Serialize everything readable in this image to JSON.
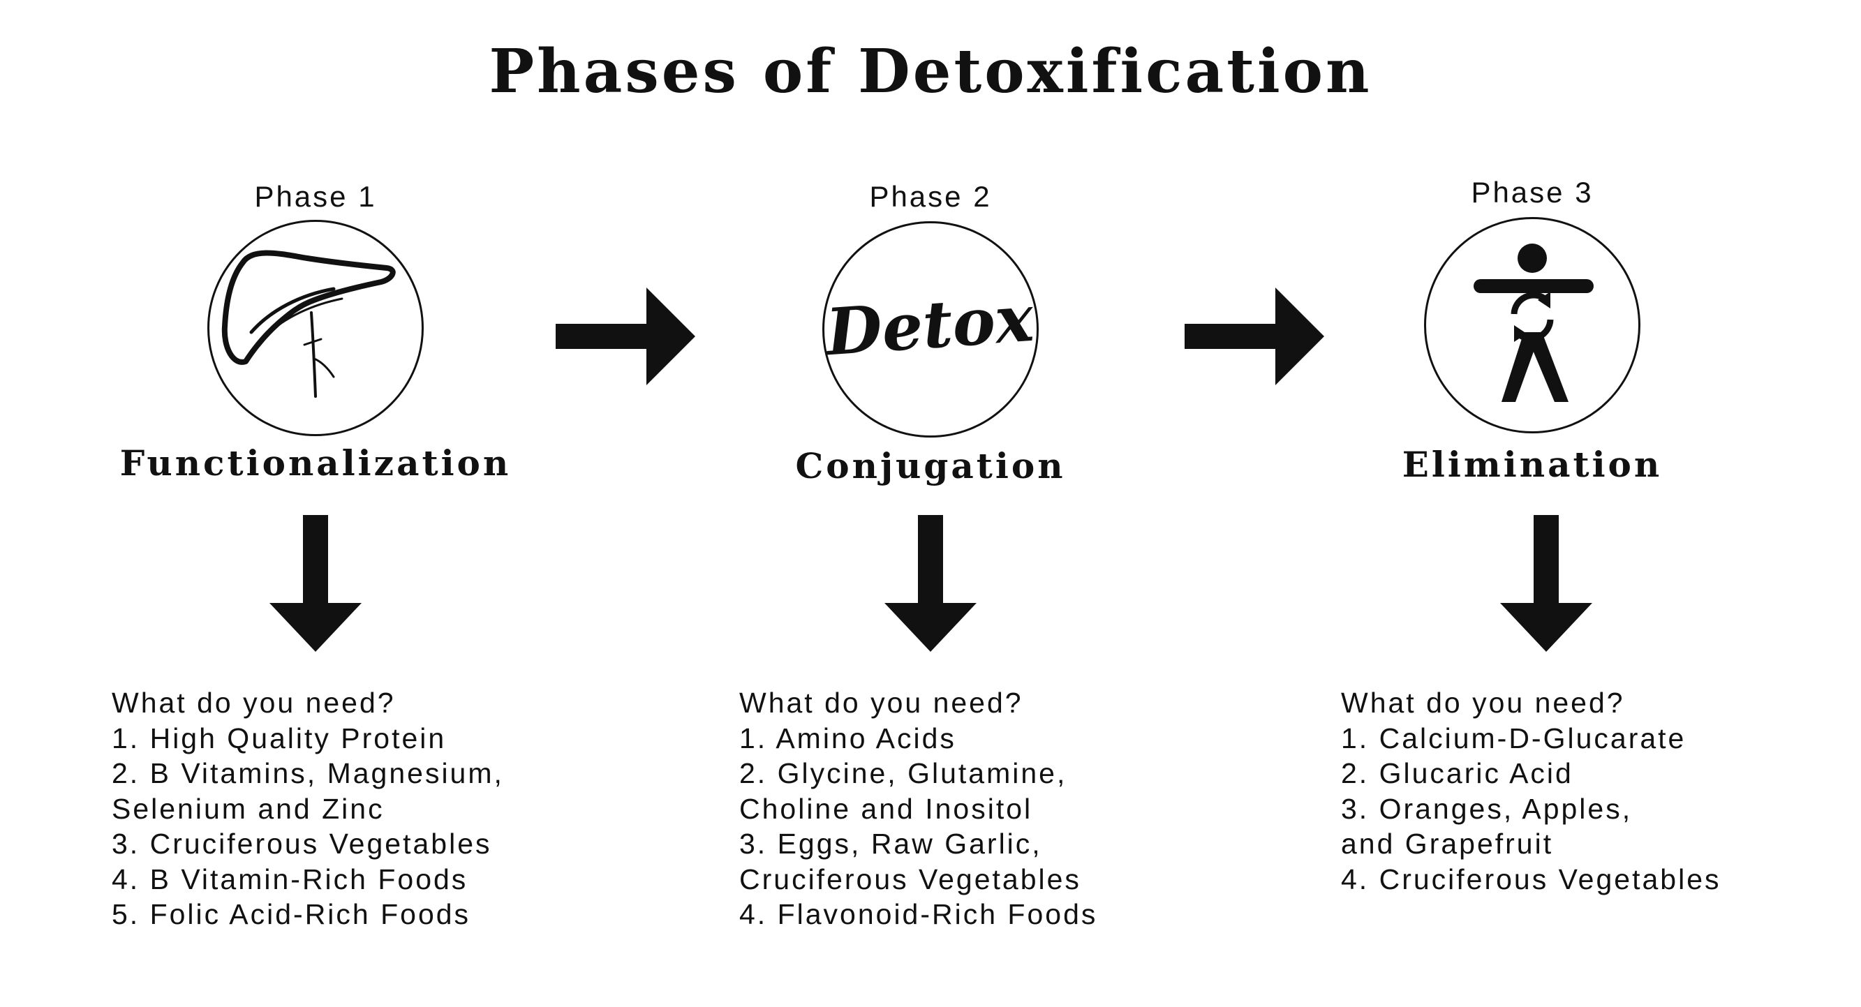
{
  "title": "Phases of Detoxification",
  "phases": [
    {
      "label": "Phase 1",
      "icon": "liver-icon",
      "name": "Functionalization",
      "needs_heading": "What do you need?",
      "needs": [
        "1. High Quality Protein",
        "2. B Vitamins, Magnesium,",
        "Selenium and Zinc",
        "3. Cruciferous Vegetables",
        "4. B Vitamin-Rich Foods",
        "5. Folic Acid-Rich Foods"
      ]
    },
    {
      "label": "Phase 2",
      "icon": "detox-script-icon",
      "icon_text": "Detox",
      "name": "Conjugation",
      "needs_heading": "What do you need?",
      "needs": [
        "1. Amino Acids",
        "2. Glycine, Glutamine,",
        "Choline and Inositol",
        "3. Eggs, Raw Garlic,",
        "Cruciferous Vegetables",
        "4. Flavonoid-Rich Foods"
      ]
    },
    {
      "label": "Phase 3",
      "icon": "body-recycle-icon",
      "name": "Elimination",
      "needs_heading": "What do you need?",
      "needs": [
        "1. Calcium-D-Glucarate",
        "2. Glucaric Acid",
        "3. Oranges, Apples,",
        "and Grapefruit",
        "4. Cruciferous Vegetables"
      ]
    }
  ],
  "colors": {
    "ink": "#111111",
    "background": "#ffffff"
  }
}
